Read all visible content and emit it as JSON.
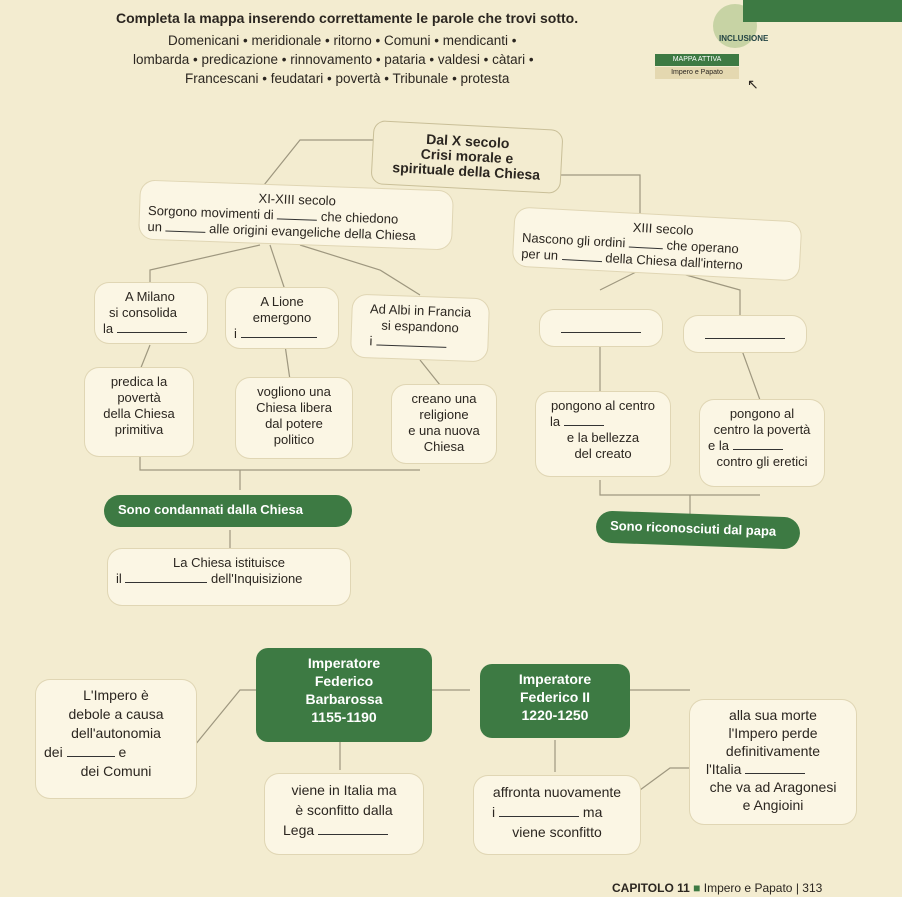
{
  "instruction": "Completa la mappa inserendo correttamente le parole che trovi sotto.",
  "word_bank": {
    "line1": "Domenicani • meridionale • ritorno • Comuni • mendicanti •",
    "line2": "lombarda • predicazione • rinnovamento • pataria • valdesi • càtari •",
    "line3": "Francescani • feudatari • povertà • Tribunale • protesta"
  },
  "badge": {
    "logo": "INCLUSIONE",
    "title": "MAPPA ATTIVA",
    "subtitle": "Impero e Papato"
  },
  "root": {
    "l1": "Dal X secolo",
    "l2": "Crisi morale e",
    "l3": "spirituale della Chiesa"
  },
  "left_branch": {
    "l1": "XI-XIII secolo",
    "l2": "Sorgono movimenti di",
    "l2b": "che chiedono",
    "l3a": "un",
    "l3b": "alle origini evangeliche della Chiesa"
  },
  "right_branch": {
    "l1": "XIII secolo",
    "l2": "Nascono gli ordini",
    "l2b": "che operano",
    "l3a": "per un",
    "l3b": "della Chiesa dall'interno"
  },
  "milano": {
    "l1": "A Milano",
    "l2": "si consolida",
    "l3": "la"
  },
  "lione": {
    "l1": "A Lione",
    "l2": "emergono",
    "l3": "i"
  },
  "albi": {
    "l1": "Ad Albi in Francia",
    "l2": "si espandono",
    "l3": "i"
  },
  "pred": {
    "l1": "predica la",
    "l2": "povertà",
    "l3": "della Chiesa",
    "l4": "primitiva"
  },
  "chiesa_libera": {
    "l1": "vogliono una",
    "l2": "Chiesa libera",
    "l3": "dal potere",
    "l4": "politico"
  },
  "religione": {
    "l1": "creano una",
    "l2": "religione",
    "l3": "e una nuova",
    "l4": "Chiesa"
  },
  "centro": {
    "l1": "pongono al centro",
    "l2": "la",
    "l3": "e la bellezza",
    "l4": "del creato"
  },
  "poverta": {
    "l1": "pongono al",
    "l2": "centro la povertà",
    "l3": "e la",
    "l4": "contro gli eretici"
  },
  "condannati": "Sono condannati dalla Chiesa",
  "riconosciuti": "Sono riconosciuti dal papa",
  "inquisizione": {
    "l1": "La Chiesa istituisce",
    "l2a": "il",
    "l2b": "dell'Inquisizione"
  },
  "impero": {
    "l1": "L'Impero è",
    "l2": "debole a causa",
    "l3": "dell'autonomia",
    "l4a": "dei",
    "l4b": "e",
    "l5": "dei Comuni"
  },
  "barbarossa": {
    "l1": "Imperatore",
    "l2": "Federico",
    "l3": "Barbarossa",
    "l4": "1155-1190"
  },
  "federico2": {
    "l1": "Imperatore",
    "l2": "Federico II",
    "l3": "1220-1250"
  },
  "italia": {
    "l1": "viene in Italia ma",
    "l2": "è sconfitto dalla",
    "l3": "Lega"
  },
  "affronta": {
    "l1": "affronta nuovamente",
    "l2a": "i",
    "l2b": "ma",
    "l3": "viene sconfitto"
  },
  "morte": {
    "l1": "alla sua morte",
    "l2": "l'Impero perde",
    "l3": "definitivamente",
    "l4": "l'Italia",
    "l5": "che va ad Aragonesi",
    "l6": "e Angioini"
  },
  "footer": {
    "chapter": "CAPITOLO 11",
    "topic": "Impero e Papato",
    "page": "313"
  },
  "colors": {
    "green": "#3d7a43",
    "paper": "#f3ecd0",
    "box": "#fbf6e4"
  }
}
